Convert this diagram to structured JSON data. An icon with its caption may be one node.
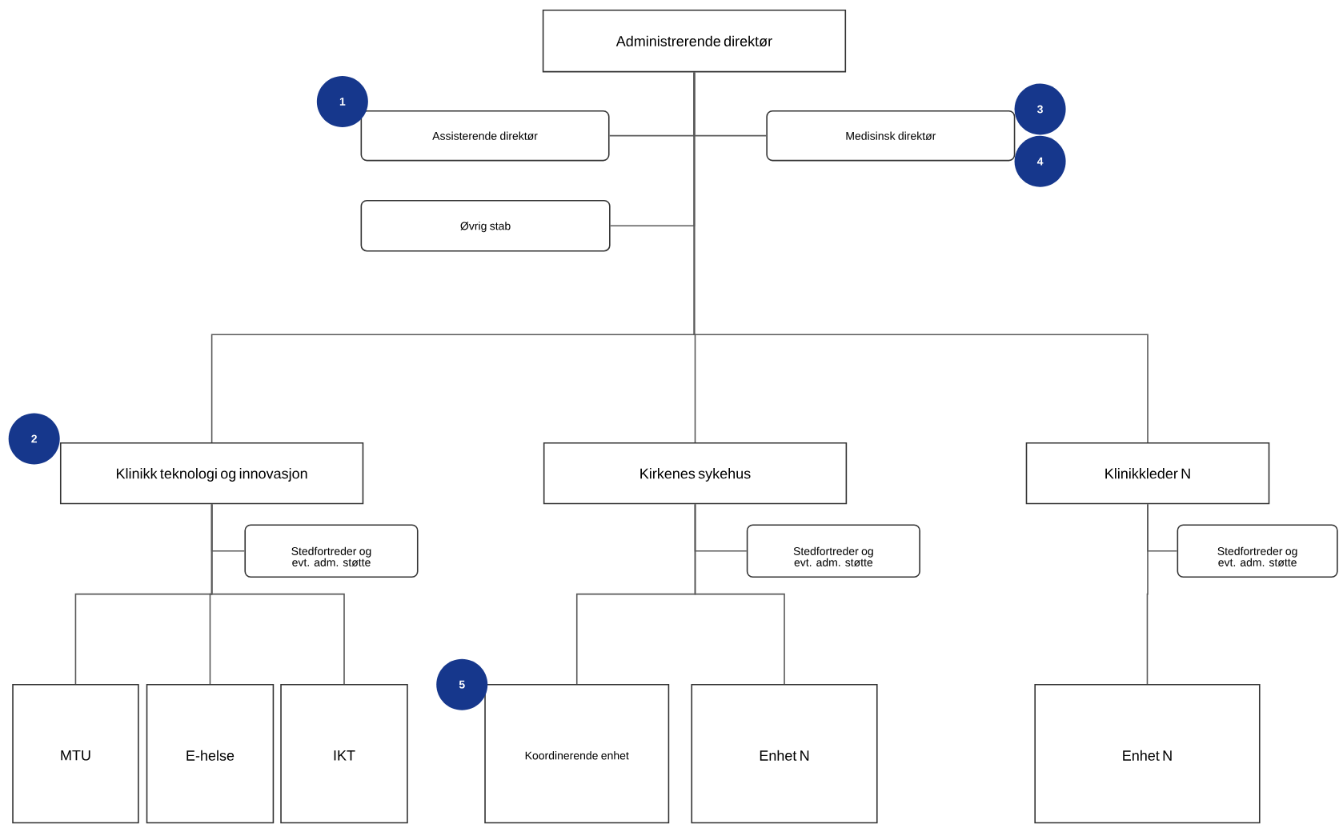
{
  "diagram": {
    "nodes": [
      {
        "text": [
          "Administrerende direktør"
        ]
      },
      {
        "text": [
          "Assisterende direktør"
        ]
      },
      {
        "text": [
          "Medisinsk direktør"
        ]
      },
      {
        "text": [
          "Øvrig stab"
        ]
      },
      {
        "text": [
          "Klinikk teknologi og innovasjon"
        ]
      },
      {
        "text": [
          "Kirkenes sykehus"
        ]
      },
      {
        "text": [
          "Klinikkleder N"
        ]
      },
      {
        "text": [
          "Stedfortreder og evt. adm. støtte"
        ]
      },
      {
        "text": [
          "Stedfortreder og evt. adm. støtte"
        ]
      },
      {
        "text": [
          "Stedfortreder og evt. adm. støtte"
        ]
      },
      {
        "text": [
          "MTU"
        ]
      },
      {
        "text": [
          "E-helse"
        ]
      },
      {
        "text": [
          "IKT"
        ]
      },
      {
        "text": [
          "Koordinerende enhet"
        ]
      },
      {
        "text": [
          "Enhet N"
        ]
      },
      {
        "text": [
          "Enhet N"
        ]
      }
    ],
    "edges": [
      {
        "from": 0,
        "to": 1,
        "arrow": "none"
      },
      {
        "from": 0,
        "to": 2,
        "arrow": "none"
      },
      {
        "from": 0,
        "to": 3,
        "arrow": "none"
      },
      {
        "from": 0,
        "to": 4,
        "arrow": "none"
      },
      {
        "from": 0,
        "to": 5,
        "arrow": "none"
      },
      {
        "from": 0,
        "to": 6,
        "arrow": "none"
      },
      {
        "from": 4,
        "to": 7,
        "arrow": "none"
      },
      {
        "from": 4,
        "to": 10,
        "arrow": "none"
      },
      {
        "from": 4,
        "to": 11,
        "arrow": "none"
      },
      {
        "from": 4,
        "to": 12,
        "arrow": "none"
      },
      {
        "from": 5,
        "to": 8,
        "arrow": "none"
      },
      {
        "from": 5,
        "to": 13,
        "arrow": "none"
      },
      {
        "from": 5,
        "to": 14,
        "arrow": "none"
      },
      {
        "from": 6,
        "to": 9,
        "arrow": "none"
      },
      {
        "from": 6,
        "to": 15,
        "arrow": "none"
      }
    ],
    "labels": [
      "1",
      "3",
      "4",
      "2",
      "5"
    ]
  }
}
